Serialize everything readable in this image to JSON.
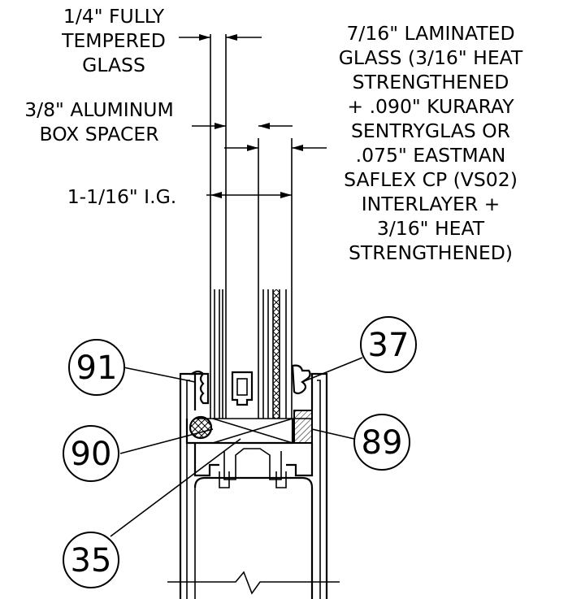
{
  "labels": {
    "tempered": [
      "1/4\" FULLY",
      "TEMPERED",
      "GLASS"
    ],
    "spacer": [
      "3/8\" ALUMINUM",
      "BOX SPACER"
    ],
    "ig": "1-1/16\" I.G.",
    "laminated": [
      "7/16\" LAMINATED",
      "GLASS (3/16\" HEAT",
      "STRENGTHENED",
      "+ .090\" KURARAY",
      "SENTRYGLAS OR",
      ".075\" EASTMAN",
      "SAFLEX CP (VS02)",
      "INTERLAYER +",
      "3/16\" HEAT",
      "STRENGTHENED)"
    ]
  },
  "callouts": {
    "c91": "91",
    "c90": "90",
    "c35": "35",
    "c37": "37",
    "c89": "89"
  }
}
